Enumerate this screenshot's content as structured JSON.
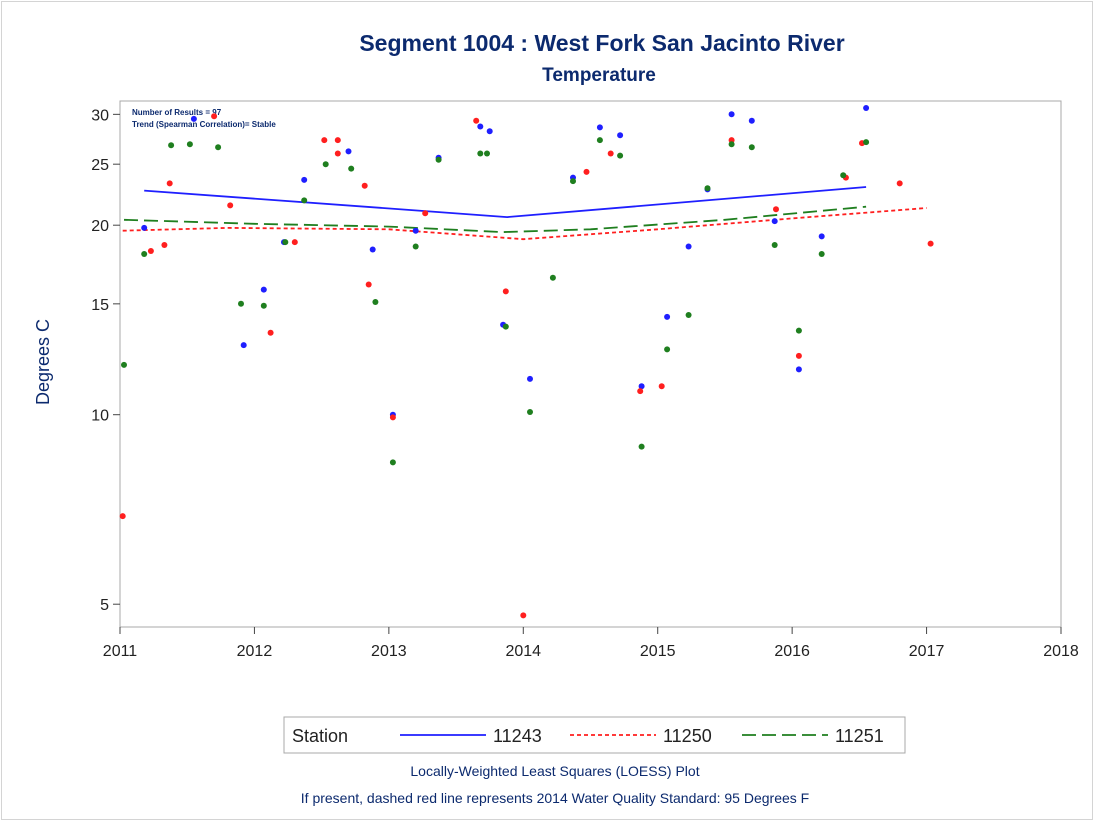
{
  "chart_data": {
    "type": "scatter",
    "title": "Segment 1004 :  West Fork San Jacinto River",
    "subtitle": "Temperature",
    "ylabel": "Degrees C",
    "xlabel": "",
    "y_scale": "log",
    "xlim": [
      2011,
      2018
    ],
    "ylim": [
      4.6,
      31.5
    ],
    "x_ticks": [
      "2011",
      "2012",
      "2013",
      "2014",
      "2015",
      "2016",
      "2017",
      "2018"
    ],
    "y_ticks": [
      "5",
      "10",
      "15",
      "20",
      "25",
      "30"
    ],
    "grid": false,
    "annotations": [
      "Number of Results = 97",
      "Trend (Spearman Correlation)= Stable"
    ],
    "legend": {
      "title": "Station",
      "placement": "bottom",
      "entries": [
        "11243",
        "11250",
        "11251"
      ]
    },
    "footnotes": [
      "Locally-Weighted Least Squares (LOESS) Plot",
      "If present, dashed red line represents 2014 Water Quality Standard: 95   Degrees F"
    ],
    "series": [
      {
        "name": "11243",
        "color": "#1f1fff",
        "line_style": "solid",
        "points": [
          [
            2011.18,
            19.8
          ],
          [
            2011.55,
            29.5
          ],
          [
            2011.92,
            12.9
          ],
          [
            2012.07,
            15.8
          ],
          [
            2012.22,
            18.8
          ],
          [
            2012.37,
            23.6
          ],
          [
            2012.7,
            26.2
          ],
          [
            2012.88,
            18.3
          ],
          [
            2013.03,
            10.0
          ],
          [
            2013.2,
            19.6
          ],
          [
            2013.37,
            25.6
          ],
          [
            2013.68,
            28.7
          ],
          [
            2013.75,
            28.2
          ],
          [
            2013.85,
            13.9
          ],
          [
            2014.05,
            11.4
          ],
          [
            2014.37,
            23.8
          ],
          [
            2014.57,
            28.6
          ],
          [
            2014.72,
            27.8
          ],
          [
            2014.88,
            11.1
          ],
          [
            2015.07,
            14.3
          ],
          [
            2015.23,
            18.5
          ],
          [
            2015.37,
            22.8
          ],
          [
            2015.55,
            30.0
          ],
          [
            2015.7,
            29.3
          ],
          [
            2015.87,
            20.3
          ],
          [
            2016.05,
            11.8
          ],
          [
            2016.22,
            19.2
          ],
          [
            2016.55,
            30.7
          ]
        ],
        "loess": [
          [
            2011.18,
            22.7
          ],
          [
            2013.88,
            20.6
          ],
          [
            2016.55,
            23.0
          ]
        ]
      },
      {
        "name": "11250",
        "color": "#ff1f1f",
        "line_style": "short-dash",
        "points": [
          [
            2011.02,
            6.9
          ],
          [
            2011.23,
            18.2
          ],
          [
            2011.33,
            18.6
          ],
          [
            2011.37,
            23.3
          ],
          [
            2011.7,
            29.8
          ],
          [
            2011.82,
            21.5
          ],
          [
            2012.12,
            13.5
          ],
          [
            2012.3,
            18.8
          ],
          [
            2012.52,
            27.3
          ],
          [
            2012.62,
            27.3
          ],
          [
            2012.62,
            26.0
          ],
          [
            2012.82,
            23.1
          ],
          [
            2012.85,
            16.1
          ],
          [
            2013.03,
            9.9
          ],
          [
            2013.27,
            20.9
          ],
          [
            2013.65,
            29.3
          ],
          [
            2013.87,
            15.7
          ],
          [
            2014.0,
            4.8
          ],
          [
            2014.47,
            24.3
          ],
          [
            2014.65,
            26.0
          ],
          [
            2014.87,
            10.9
          ],
          [
            2015.03,
            11.1
          ],
          [
            2015.55,
            27.3
          ],
          [
            2015.88,
            21.2
          ],
          [
            2016.05,
            12.4
          ],
          [
            2016.4,
            23.8
          ],
          [
            2016.52,
            27.0
          ],
          [
            2016.8,
            23.3
          ],
          [
            2017.03,
            18.7
          ]
        ],
        "loess": [
          [
            2011.02,
            19.6
          ],
          [
            2011.8,
            19.8
          ],
          [
            2013.0,
            19.7
          ],
          [
            2014.0,
            19.0
          ],
          [
            2015.0,
            19.7
          ],
          [
            2016.0,
            20.5
          ],
          [
            2017.0,
            21.3
          ]
        ]
      },
      {
        "name": "11251",
        "color": "#1f7f1f",
        "line_style": "long-dash",
        "points": [
          [
            2011.03,
            12.0
          ],
          [
            2011.18,
            18.0
          ],
          [
            2011.38,
            26.8
          ],
          [
            2011.52,
            26.9
          ],
          [
            2011.73,
            26.6
          ],
          [
            2011.9,
            15.0
          ],
          [
            2012.07,
            14.9
          ],
          [
            2012.23,
            18.8
          ],
          [
            2012.37,
            21.9
          ],
          [
            2012.53,
            25.0
          ],
          [
            2012.72,
            24.6
          ],
          [
            2012.9,
            15.1
          ],
          [
            2013.03,
            8.4
          ],
          [
            2013.2,
            18.5
          ],
          [
            2013.37,
            25.4
          ],
          [
            2013.68,
            26.0
          ],
          [
            2013.73,
            26.0
          ],
          [
            2013.87,
            13.8
          ],
          [
            2014.05,
            10.1
          ],
          [
            2014.22,
            16.5
          ],
          [
            2014.37,
            23.5
          ],
          [
            2014.57,
            27.3
          ],
          [
            2014.72,
            25.8
          ],
          [
            2014.88,
            8.9
          ],
          [
            2015.07,
            12.7
          ],
          [
            2015.23,
            14.4
          ],
          [
            2015.37,
            22.9
          ],
          [
            2015.55,
            26.9
          ],
          [
            2015.7,
            26.6
          ],
          [
            2015.87,
            18.6
          ],
          [
            2016.05,
            13.6
          ],
          [
            2016.22,
            18.0
          ],
          [
            2016.38,
            24.0
          ],
          [
            2016.55,
            27.1
          ]
        ],
        "loess": [
          [
            2011.03,
            20.4
          ],
          [
            2012.0,
            20.1
          ],
          [
            2013.0,
            19.9
          ],
          [
            2013.85,
            19.5
          ],
          [
            2014.5,
            19.7
          ],
          [
            2015.5,
            20.4
          ],
          [
            2016.55,
            21.4
          ]
        ]
      }
    ]
  }
}
